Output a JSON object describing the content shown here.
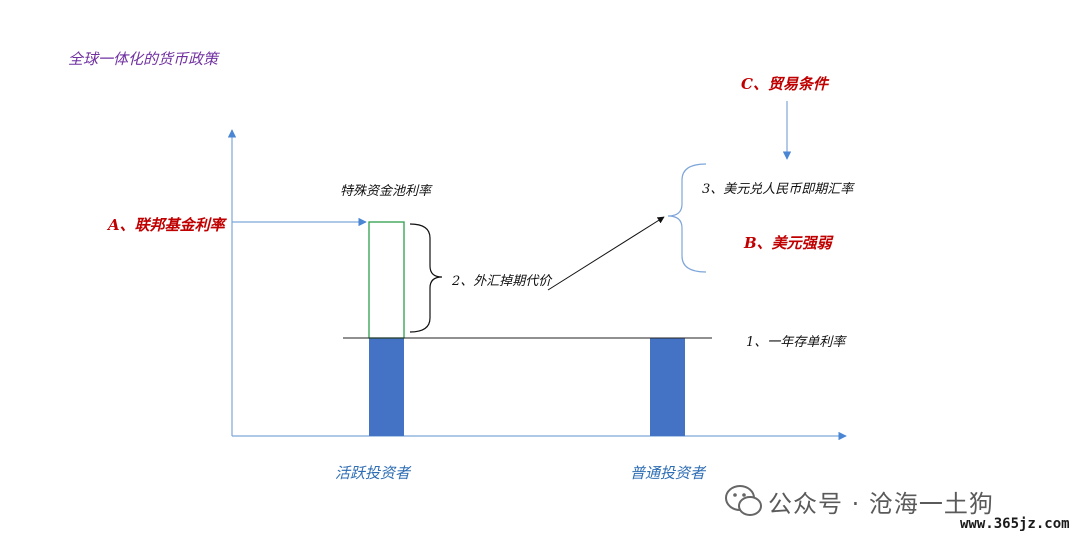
{
  "diagram": {
    "title": "全球一体化的货币政策",
    "label_a": "A、联邦基金利率",
    "label_special": "特殊资金池利率",
    "label_2": "2、外汇掉期代价",
    "label_c": "C、贸易条件",
    "label_3": "3、美元兑人民币即期汇率",
    "label_b": "B、美元强弱",
    "label_1": "1、一年存单利率",
    "x_label_active": "活跃投资者",
    "x_label_normal": "普通投资者"
  },
  "colors": {
    "axis": "#7ea6d9",
    "bar_fill": "#4472c4",
    "box_outline": "#2e9e4a",
    "red_text": "#c00000",
    "title_text": "#7030a0",
    "category_text": "#2e6db4"
  },
  "watermark": {
    "text": "公众号 · 沧海一土狗",
    "icon": "wechat-icon",
    "url": "www.365jz.com"
  }
}
